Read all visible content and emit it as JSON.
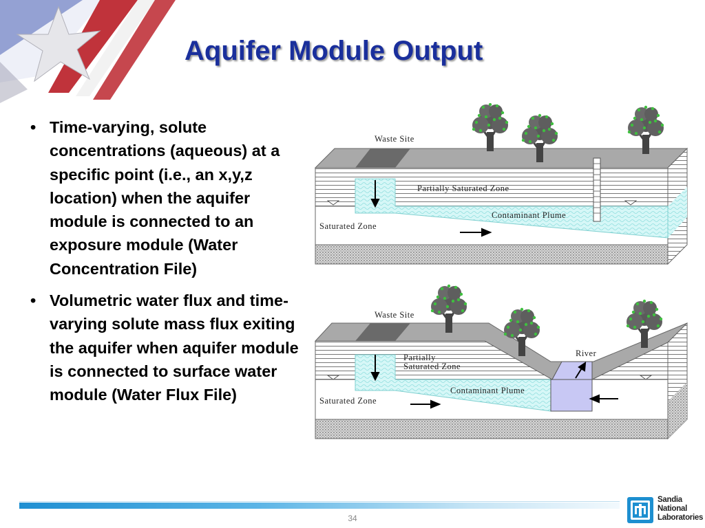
{
  "slide": {
    "title": "Aquifer Module Output",
    "page_number": "34"
  },
  "bullets": [
    {
      "marker": "•",
      "text": "Time-varying, solute concentrations (aqueous) at a specific point (i.e., an x,y,z location) when the aquifer module is connected to an exposure module (Water Concentration File)"
    },
    {
      "marker": "•",
      "text": "Volumetric water flux and time-varying solute mass flux exiting the aquifer when aquifer module is connected to surface water module  (Water Flux File)"
    }
  ],
  "diagram_top": {
    "waste_site": "Waste Site",
    "partially_saturated": "Partially Saturated Zone",
    "contaminant_plume": "Contaminant Plume",
    "saturated_zone": "Saturated Zone"
  },
  "diagram_bottom": {
    "waste_site": "Waste Site",
    "partially_line1": "Partially",
    "partially_line2": "Saturated Zone",
    "river": "River",
    "contaminant_plume": "Contaminant Plume",
    "saturated_zone": "Saturated Zone"
  },
  "logo": {
    "line1": "Sandia",
    "line2": "National",
    "line3": "Laboratories"
  },
  "colors": {
    "title": "#1a2f9c",
    "plume": "#d6f7f7",
    "river": "#c8c8f4",
    "ground": "#a8a8a8",
    "logo": "#1d8fd0"
  }
}
